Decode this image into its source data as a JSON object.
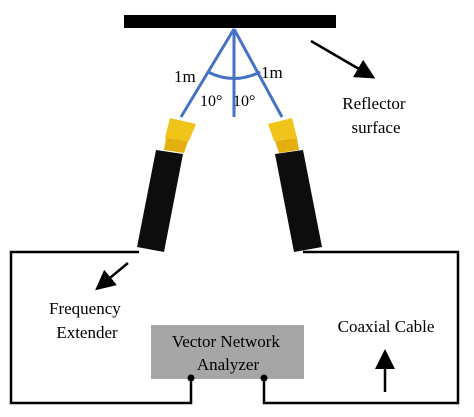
{
  "labels": {
    "distance_left": "1m",
    "distance_right": "1m",
    "angle_left": "10°",
    "angle_right": "10°",
    "reflector_line1": "Reflector",
    "reflector_line2": "surface",
    "extender_line1": "Frequency",
    "extender_line2": "Extender",
    "vna_line1": "Vector Network",
    "vna_line2": "Analyzer",
    "cable": "Coaxial Cable"
  },
  "colors": {
    "reflector": "#000000",
    "beam_lines": "#4472c4",
    "horn": "#f0c419",
    "extender_body": "#0d0d0d",
    "vna_box": "#a6a6a6",
    "wire": "#000000"
  }
}
